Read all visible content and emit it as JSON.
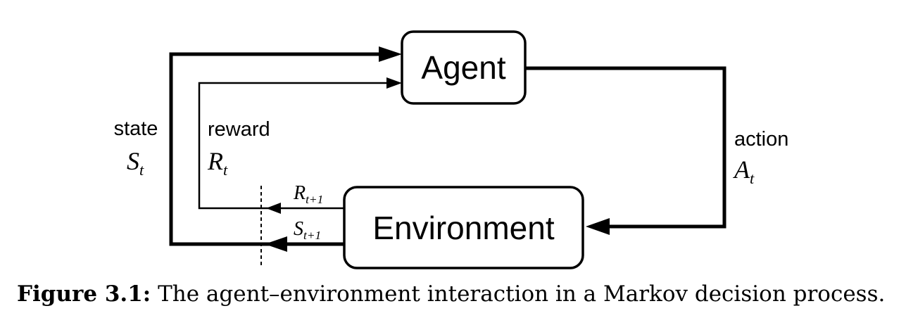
{
  "agent": {
    "label": "Agent"
  },
  "environment": {
    "label": "Environment"
  },
  "state": {
    "label": "state",
    "symbol": "S",
    "subscript": "t"
  },
  "reward": {
    "label": "reward",
    "symbol": "R",
    "subscript": "t"
  },
  "action": {
    "label": "action",
    "symbol": "A",
    "subscript": "t"
  },
  "next_reward": {
    "symbol": "R",
    "subscript": "t+1"
  },
  "next_state": {
    "symbol": "S",
    "subscript": "t+1"
  },
  "caption": {
    "number": "Figure 3.1:",
    "text": "The agent–environment interaction in a Markov decision process."
  }
}
